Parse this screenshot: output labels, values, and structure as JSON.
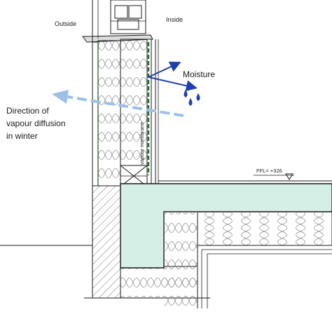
{
  "labels": {
    "outside": "Outside",
    "inside": "Inside",
    "moisture": "Moisture",
    "direction_line1": "Direction of",
    "direction_line2": "vapour diffusion",
    "direction_line3": "in winter",
    "membrane": "vapour membrane",
    "ffl": "FFL= +326"
  },
  "colors": {
    "concrete": "#d6efe6",
    "line": "#1a1a1a",
    "moisture_arrow": "#1f3fae",
    "drop": "#1f3fae",
    "diffusion_arrow": "#9cc0e8",
    "membrane": "#2e6b35"
  }
}
